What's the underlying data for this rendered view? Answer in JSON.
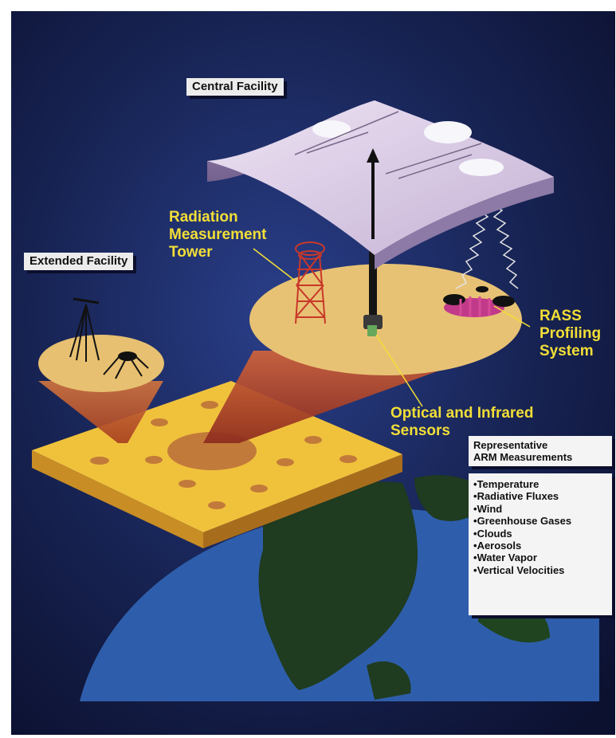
{
  "labels": {
    "central_facility": "Central Facility",
    "extended_facility": "Extended Facility",
    "radiation_tower": [
      "Radiation",
      "Measurement",
      "Tower"
    ],
    "rass": [
      "RASS",
      "Profiling",
      "System"
    ],
    "optical_sensors": [
      "Optical and Infrared",
      "Sensors"
    ]
  },
  "panel": {
    "title": [
      "Representative",
      "ARM Measurements"
    ],
    "items": [
      "Temperature",
      "Radiative Fluxes",
      "Wind",
      "Greenhouse Gases",
      "Clouds",
      "Aerosols",
      "Water Vapor",
      "Vertical Velocities"
    ]
  },
  "colors": {
    "background": "#17204a",
    "label_yellow": "#f2de37",
    "platform": "#f0c23c",
    "ground_disc": "#e8c274",
    "beam": "#c2502c",
    "cloud_sheet": "#c9b8d6",
    "earth_ocean": "#2f5fae",
    "earth_land": "#1f3d1f",
    "tower": "#c8382a"
  }
}
